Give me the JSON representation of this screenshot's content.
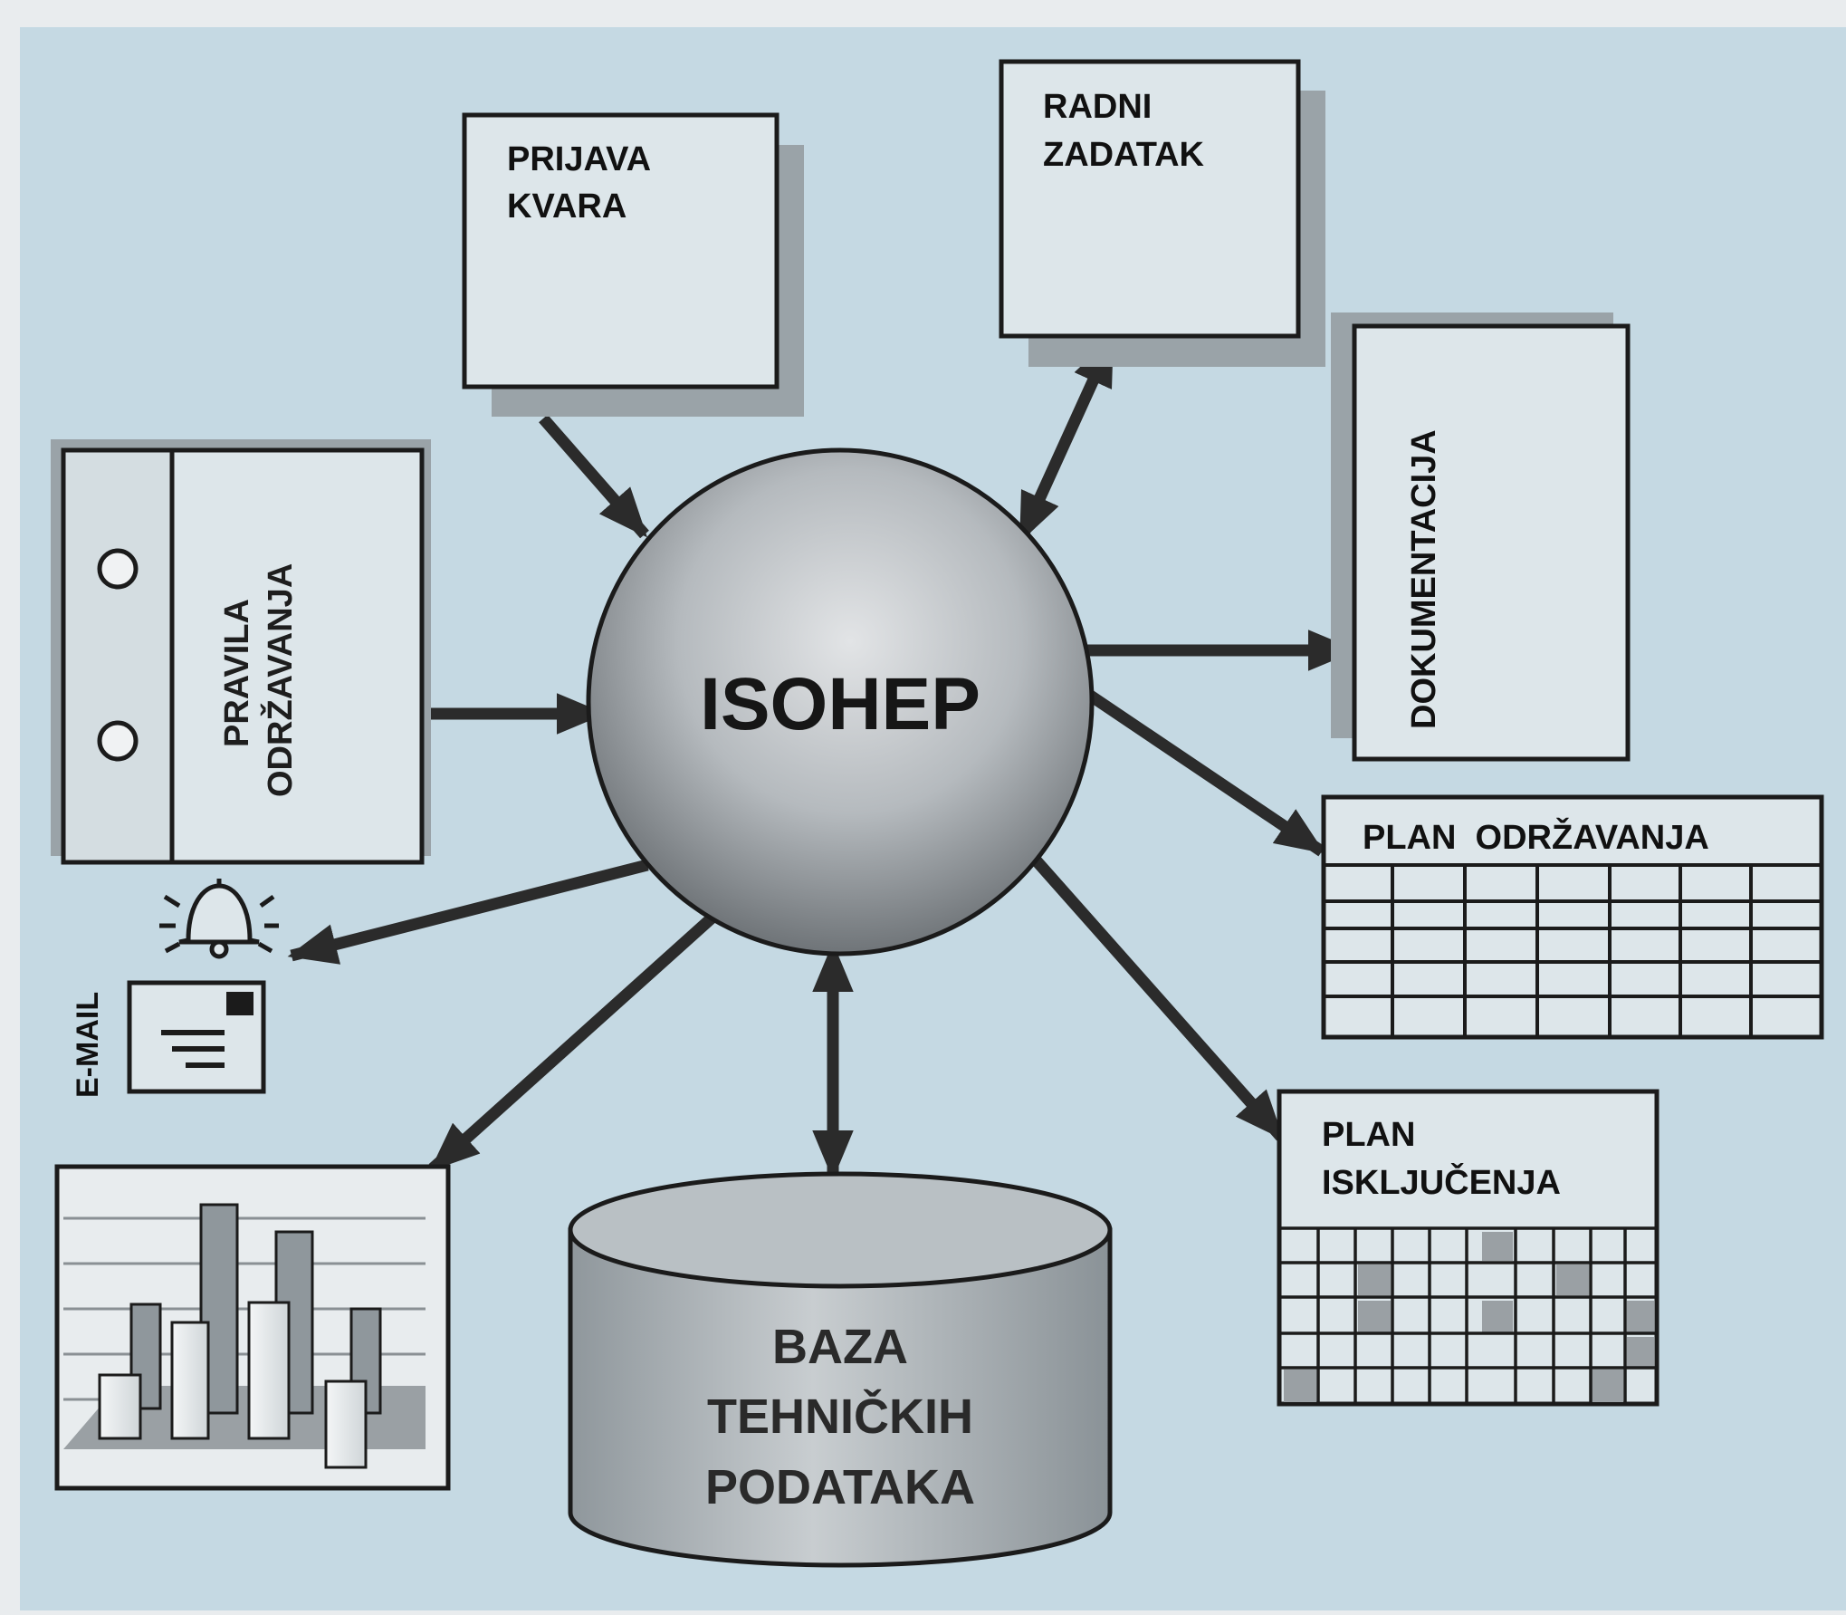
{
  "diagram": {
    "center_label": "ISOHEP",
    "nodes": {
      "prijava_kvara": [
        "PRIJAVA",
        "KVARA"
      ],
      "radni_zadatak": [
        "RADNI",
        "ZADATAK"
      ],
      "dokumentacija": "DOKUMENTACIJA",
      "pravila_odrzavanja": [
        "PRAVILA",
        "ODRŽAVANJA"
      ],
      "plan_odrzavanja": "PLAN  ODRŽAVANJA",
      "plan_iskljucenja": [
        "PLAN",
        "ISKLJUČENJA"
      ],
      "email": "E-MAIL",
      "baza": [
        "BAZA",
        "TEHNIČKIH",
        "PODATAKA"
      ]
    }
  },
  "colors": {
    "page_background": "#e9ecee",
    "diagram_background": "#c5d9e3",
    "box_fill": "#dde6ea",
    "outline": "#1b1b1b",
    "arrow": "#2b2b2b",
    "sphere_light": "#d9dcdf",
    "sphere_dark": "#6f7478",
    "shadow": "#9aa3a8",
    "grid_shaded_cell": "#9aa0a4"
  }
}
